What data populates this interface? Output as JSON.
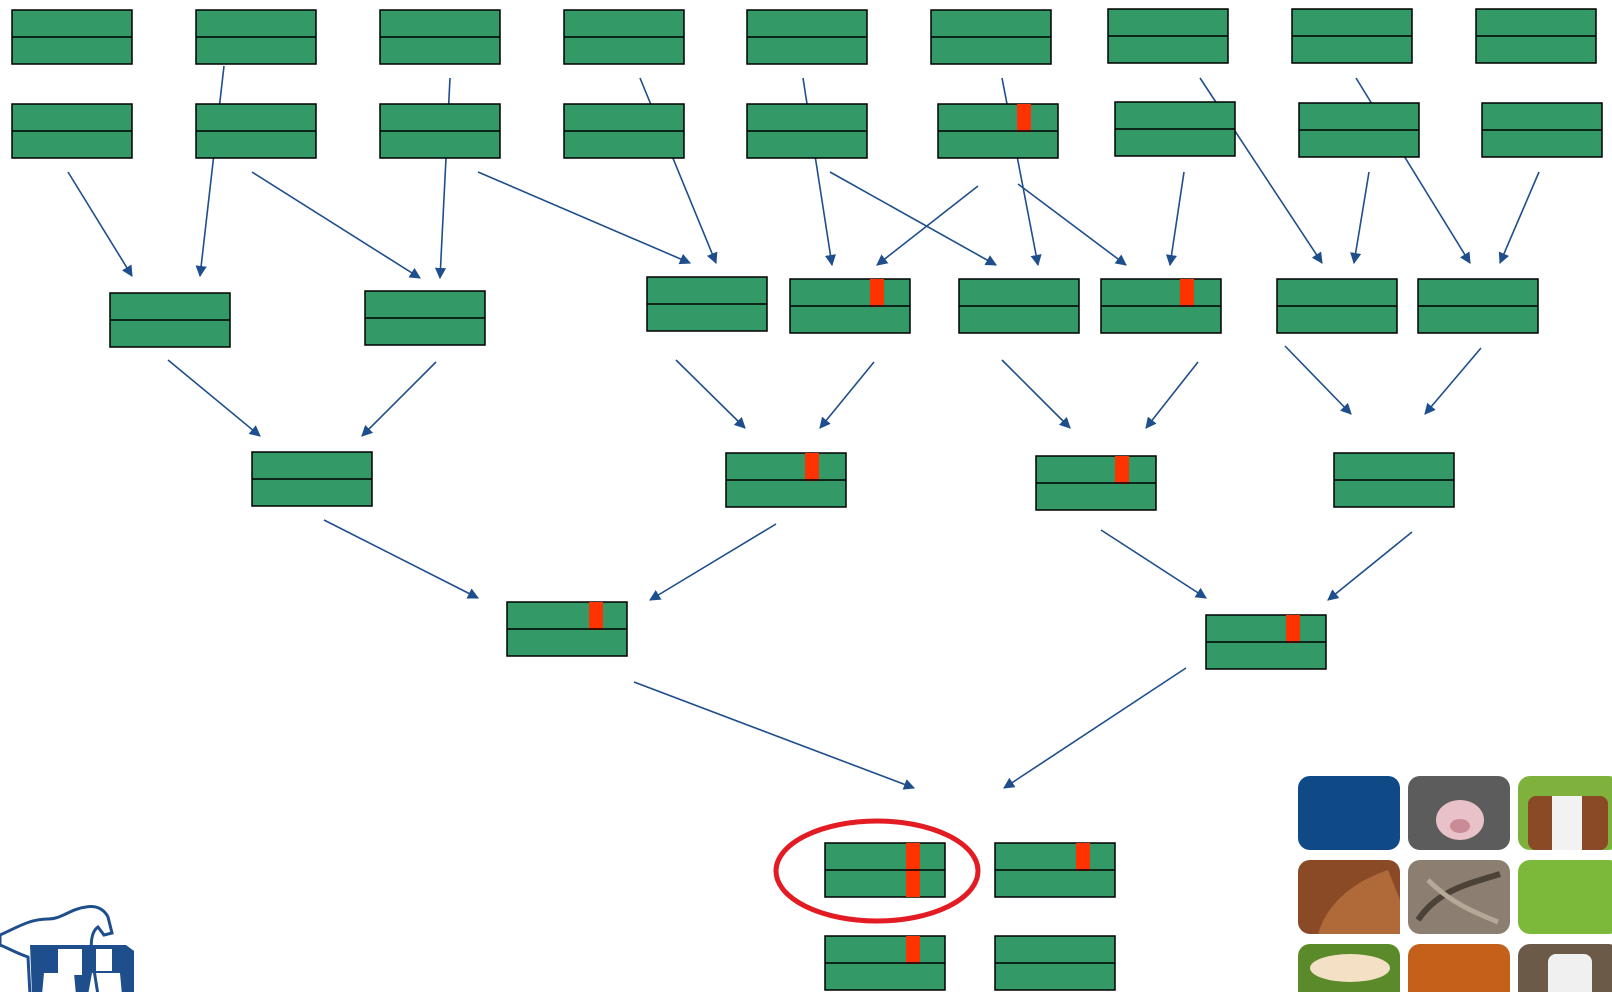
{
  "diagram": {
    "type": "pedigree-chromosome-inheritance",
    "colors": {
      "chromosome_fill": "#339966",
      "chromosome_outline": "#000000",
      "marker": "#ff3300",
      "arrow": "#1f4e8c",
      "highlight_ring": "#e31b23"
    },
    "generations": [
      {
        "level": 1,
        "pairs": 9,
        "marked_pairs": []
      },
      {
        "level": 2,
        "pairs": 9,
        "marked_pairs": [
          6
        ]
      },
      {
        "level": 3,
        "pairs": 8,
        "marked_pairs": [
          4,
          6
        ]
      },
      {
        "level": 4,
        "pairs": 4,
        "marked_pairs": [
          2,
          3
        ]
      },
      {
        "level": 5,
        "pairs": 2,
        "marked_pairs": [
          1,
          2
        ]
      },
      {
        "level": 6,
        "pairs": 4,
        "marked_pairs": [
          1,
          2,
          3
        ],
        "highlighted_pair": 1
      }
    ]
  },
  "decor": {
    "logo_left": "horse-and-cow-logo",
    "photo_grid_right": "animal-photo-tiles"
  }
}
